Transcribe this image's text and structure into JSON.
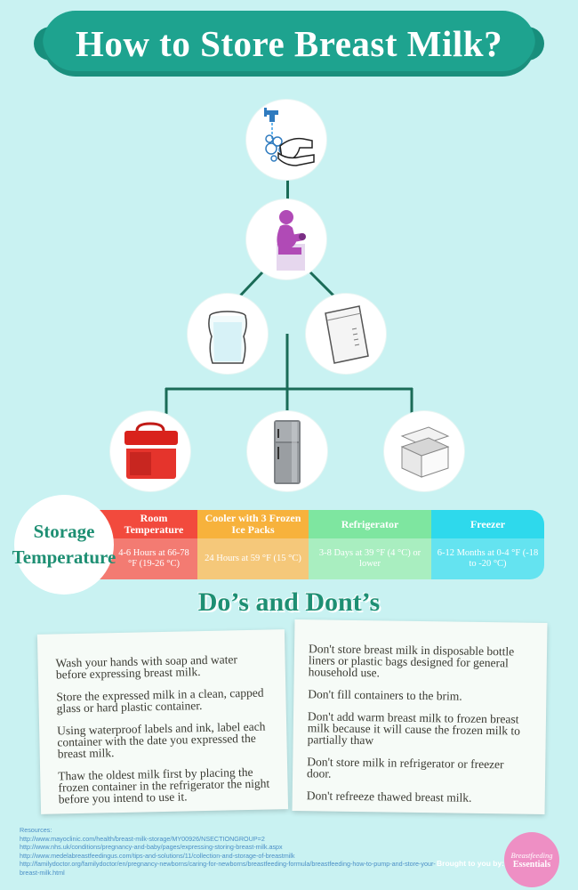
{
  "title": "How to Store Breast Milk?",
  "icons": {
    "handwash": "handwashing-icon",
    "pump": "breast-pump-icon",
    "container": "milk-container-icon",
    "bag": "storage-bag-icon",
    "cooler": "cooler-icon",
    "refrigerator": "refrigerator-icon",
    "freezer": "freezer-icon"
  },
  "storage": {
    "label_line1": "Storage",
    "label_line2": "Temperature",
    "columns": [
      {
        "head": "Room Temperature",
        "body": "4-6 Hours at 66-78 °F (19-26 °C)",
        "head_color": "#f24a3d",
        "body_color": "#f37b72"
      },
      {
        "head": "Cooler with 3 Frozen Ice Packs",
        "body": "24 Hours at 59 °F (15 °C)",
        "head_color": "#f7b23c",
        "body_color": "#f5c87a"
      },
      {
        "head": "Refrigerator",
        "body": "3-8 Days at 39 °F (4 °C) or lower",
        "head_color": "#7ee6a0",
        "body_color": "#a9eec0"
      },
      {
        "head": "Freezer",
        "body": "6-12 Months at 0-4 °F (-18 to -20 °C)",
        "head_color": "#2ed9ec",
        "body_color": "#64e3f0"
      }
    ]
  },
  "dos_title": "Do’s and Dont’s",
  "dos": [
    "Wash your hands with soap and water before expressing breast milk.",
    "Store the expressed milk in a clean, capped glass or hard plastic container.",
    "Using waterproof labels and ink, label each container with the date you expressed the breast milk.",
    "Thaw the oldest milk first by placing the frozen container in the refrigerator the night before you intend to use it."
  ],
  "donts": [
    "Don't store breast milk in disposable bottle liners or plastic bags designed for general household use.",
    "Don't fill containers to the brim.",
    "Don't add warm breast milk to frozen breast milk because it will cause the frozen milk to partially thaw",
    "Don't store milk in refrigerator or freezer door.",
    "Don't refreeze thawed breast milk."
  ],
  "resources": {
    "title": "Resources:",
    "links": [
      "http://www.mayoclinic.com/health/breast-milk-storage/MY00926/NSECTIONGROUP=2",
      "http://www.nhs.uk/conditions/pregnancy-and-baby/pages/expressing-storing-breast-milk.aspx",
      "http://www.medelabreastfeedingus.com/tips-and-solutions/11/collection-and-storage-of-breastmilk",
      "http://familydoctor.org/familydoctor/en/pregnancy-newborns/caring-for-newborns/breastfeeding-formula/breastfeeding-how-to-pump-and-store-your-breast-milk.html"
    ]
  },
  "brought_by": "Brought to you by:",
  "logo": {
    "line1": "Breastfeeding",
    "line2": "Essentials"
  }
}
